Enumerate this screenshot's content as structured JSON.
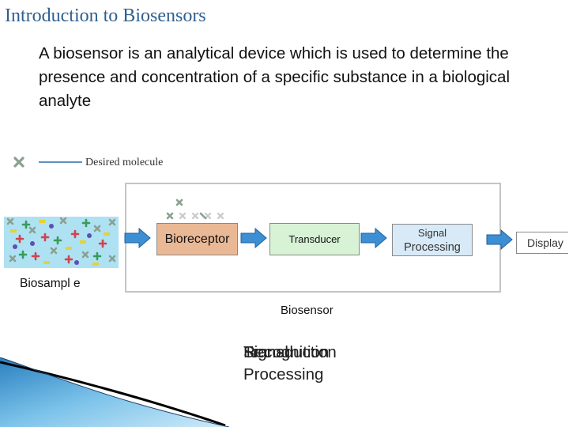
{
  "title": "Introduction to Biosensors",
  "intro": "A biosensor is an analytical device which is used to determine the presence and concentration of a specific substance in a biological analyte",
  "legend": {
    "label": "Desired molecule"
  },
  "diagram": {
    "biosample_label": "Biosampl e",
    "bioreceptor": "Bioreceptor",
    "transducer": "Transducer",
    "signal_processing_line1": "Signal",
    "signal_processing_line2": "Processing",
    "display": "Display",
    "biosensor_label": "Biosensor"
  },
  "overlapping_labels": {
    "recognition": "Recognition",
    "transduction": "Transduction",
    "signal": "Signal",
    "processing": "Processing"
  },
  "colors": {
    "title": "#2f5f8f",
    "bioreceptor_fill": "#e9b894",
    "transducer_fill": "#d8f2d6",
    "signal_fill": "#d8eaf7",
    "biosample_fill": "#aee1f2",
    "arrow_fill": "#3d8fd3"
  }
}
